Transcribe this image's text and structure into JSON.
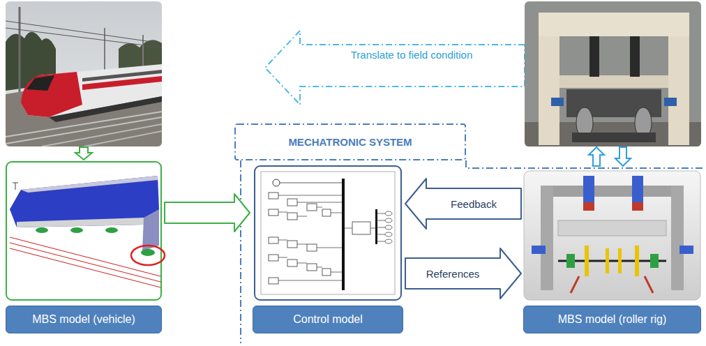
{
  "diagram": {
    "nodes": [
      {
        "text": [
          "MBS model (vehicle)"
        ]
      },
      {
        "text": [
          "MECHATRONIC SYSTEM"
        ]
      },
      {
        "text": [
          "Control model"
        ],
        "in": 1
      },
      {
        "text": [
          "MBS model (roller rig)"
        ],
        "in": 1
      }
    ],
    "edges": [
      {
        "from": 0,
        "to": 2,
        "arrow": "to"
      },
      {
        "from": 3,
        "to": 2,
        "label": "Feedback",
        "arrow": "to"
      },
      {
        "from": 2,
        "to": 3,
        "label": "References",
        "arrow": "to"
      }
    ],
    "labels": [
      "Translate to field condition"
    ]
  }
}
